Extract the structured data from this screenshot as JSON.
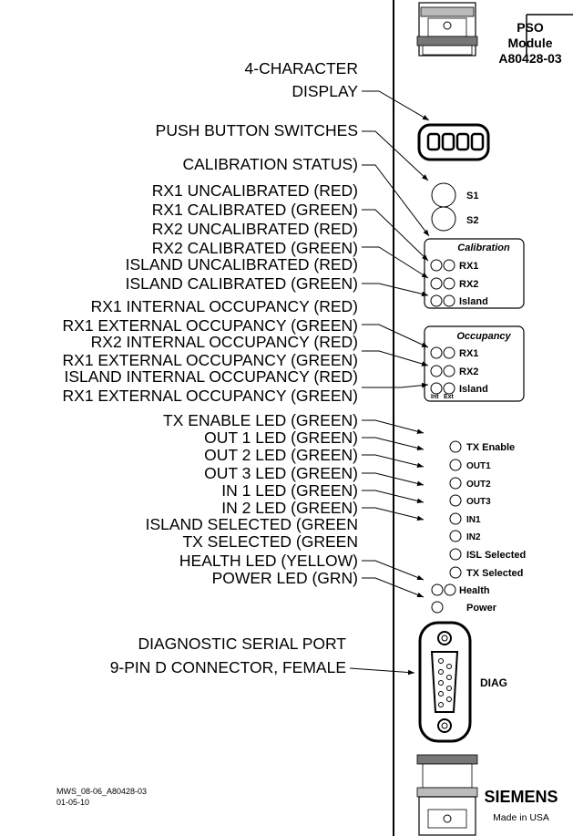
{
  "module": {
    "title_lines": [
      "PSO",
      "Module",
      "A80428-03"
    ],
    "brand": "SIEMENS",
    "made_in": "Made in USA"
  },
  "callouts": {
    "display": [
      "4-CHARACTER",
      "DISPLAY"
    ],
    "push_buttons": "PUSH BUTTON SWITCHES",
    "calibration_status": "CALIBRATION STATUS)",
    "cal_items": [
      "RX1 UNCALIBRATED (RED)",
      "RX1 CALIBRATED (GREEN)",
      "RX2 UNCALIBRATED (RED)",
      "RX2 CALIBRATED (GREEN)",
      "ISLAND UNCALIBRATED (RED)",
      "ISLAND CALIBRATED (GREEN)"
    ],
    "occ_items": [
      "RX1 INTERNAL OCCUPANCY (RED)",
      "RX1 EXTERNAL OCCUPANCY (GREEN)",
      "RX2 INTERNAL OCCUPANCY (RED)",
      "RX1 EXTERNAL OCCUPANCY (GREEN)",
      "ISLAND INTERNAL OCCUPANCY (RED)",
      "RX1 EXTERNAL OCCUPANCY (GREEN)"
    ],
    "led_items": [
      "TX ENABLE LED (GREEN)",
      "OUT 1 LED (GREEN)",
      "OUT 2 LED (GREEN)",
      "OUT 3 LED (GREEN)",
      "IN 1 LED (GREEN)",
      "IN 2 LED (GREEN)",
      "ISLAND SELECTED (GREEN",
      "TX SELECTED (GREEN",
      "HEALTH LED (YELLOW)",
      "POWER LED (GRN)"
    ],
    "diag": [
      "DIAGNOSTIC SERIAL PORT",
      "9-PIN D CONNECTOR, FEMALE"
    ]
  },
  "panel": {
    "switches": [
      "S1",
      "S2"
    ],
    "calibration_title": "Calibration",
    "calibration_rows": [
      "RX1",
      "RX2",
      "Island"
    ],
    "occupancy_title": "Occupancy",
    "occupancy_rows": [
      "RX1",
      "RX2",
      "Island"
    ],
    "occupancy_cols": [
      "Int",
      "Ext"
    ],
    "leds": [
      "TX Enable",
      "OUT1",
      "OUT2",
      "OUT3",
      "IN1",
      "IN2",
      "ISL Selected",
      "TX Selected",
      "Health",
      "Power"
    ],
    "diag_label": "DIAG"
  },
  "footer": {
    "code": "MWS_08-06_A80428-03",
    "date": "01-05-10"
  }
}
